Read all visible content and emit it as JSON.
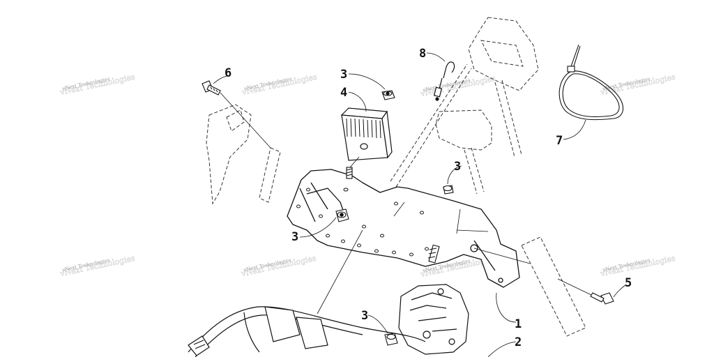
{
  "watermark": {
    "text": "vNext Technologies"
  },
  "callouts": {
    "c1": "1",
    "c2": "2",
    "c3a": "3",
    "c3b": "3",
    "c3c": "3",
    "c3d": "3",
    "c4": "4",
    "c5": "5",
    "c6": "6",
    "c7": "7",
    "c8": "8"
  },
  "colors": {
    "line": "#111111",
    "watermark": "#9a9a9a"
  }
}
